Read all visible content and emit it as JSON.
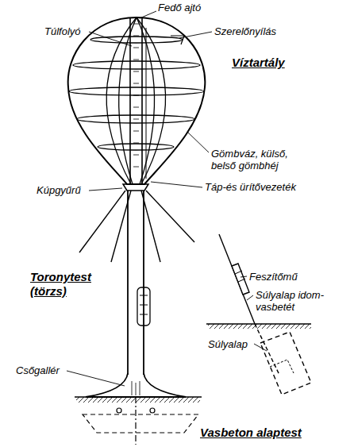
{
  "diagram": {
    "labels": [
      "Fedő ajtó",
      "Túlfolyó",
      "Szerelőnyílás",
      "Víztartály",
      "Gömbváz, külső, belső gömbhéj",
      "Táp-és ürítővezeték",
      "Kúpgyűrű",
      "Toronytest (törzs)",
      "Feszítőmű",
      "Súlyalap idom- vasbetét",
      "Súlyalap",
      "Csőgallér",
      "Vasbeton alaptest"
    ]
  }
}
